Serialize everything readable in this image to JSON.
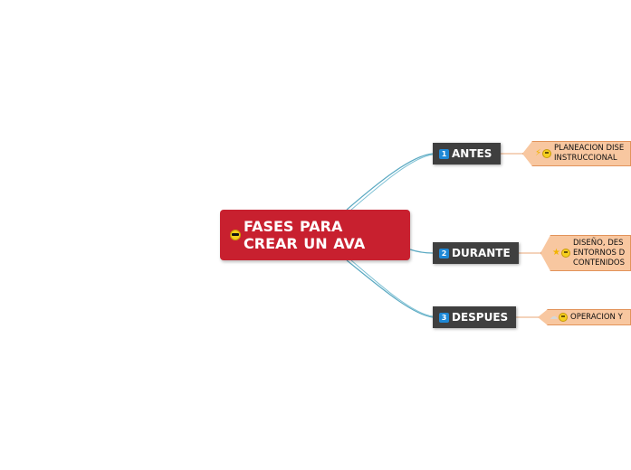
{
  "root": {
    "title": "FASES PARA CREAR UN AVA",
    "icon": "cool-face-icon"
  },
  "branches": [
    {
      "number": "1",
      "label": "ANTES",
      "icon": "number-1-icon",
      "child": {
        "text_lines": [
          "PLANEACION DISE",
          "INSTRUCCIONAL"
        ],
        "icons": [
          "lightning-icon",
          "smiley-icon"
        ]
      }
    },
    {
      "number": "2",
      "label": "DURANTE",
      "icon": "number-2-icon",
      "child": {
        "text_lines": [
          "DISEÑO, DES",
          "ENTORNOS D",
          "CONTENIDOS"
        ],
        "icons": [
          "star-icon",
          "smiley-icon"
        ]
      }
    },
    {
      "number": "3",
      "label": "DESPUES",
      "icon": "number-3-icon",
      "child": {
        "text_lines": [
          "OPERACION Y"
        ],
        "icons": [
          "cloud-icon",
          "smiley-icon"
        ]
      }
    }
  ],
  "colors": {
    "root_fill": "#c8202f",
    "branch_fill": "#3f3f3f",
    "leaf_fill": "#f8c7a0",
    "leaf_border": "#e2935a",
    "connector": "#5aa9c2",
    "leaf_connector": "#e8a777"
  }
}
